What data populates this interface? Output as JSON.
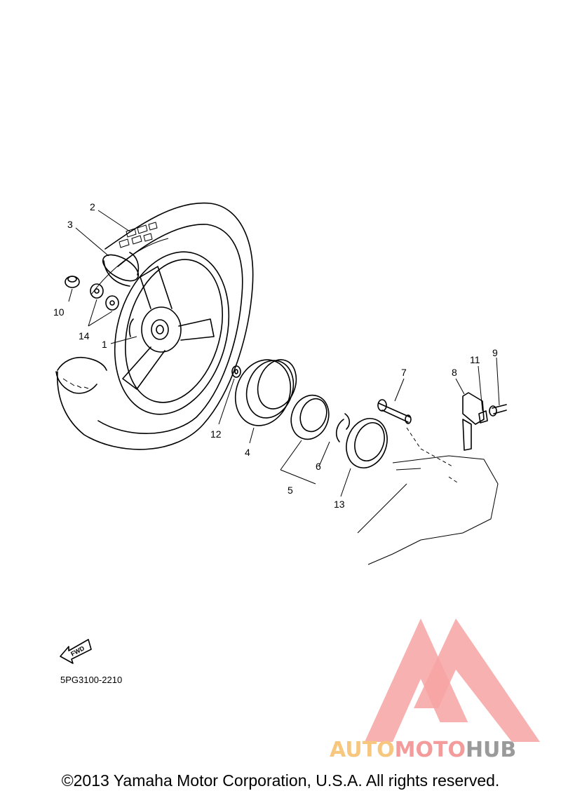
{
  "diagram": {
    "code": "5PG3100-2210",
    "copyright": "©2013 Yamaha Motor Corporation, U.S.A. All rights reserved.",
    "fwd_label": "FWD",
    "callouts": [
      "1",
      "2",
      "3",
      "4",
      "5",
      "6",
      "7",
      "8",
      "9",
      "10",
      "11",
      "12",
      "13",
      "14"
    ]
  },
  "watermark": {
    "part1": "AUTO",
    "part2": "MOTO",
    "part3": "HUB",
    "colors": {
      "auto": "#f7c77f",
      "moto": "#f49b9b",
      "hub": "#9a9a9a",
      "triangle": "#f7a3a3"
    }
  }
}
